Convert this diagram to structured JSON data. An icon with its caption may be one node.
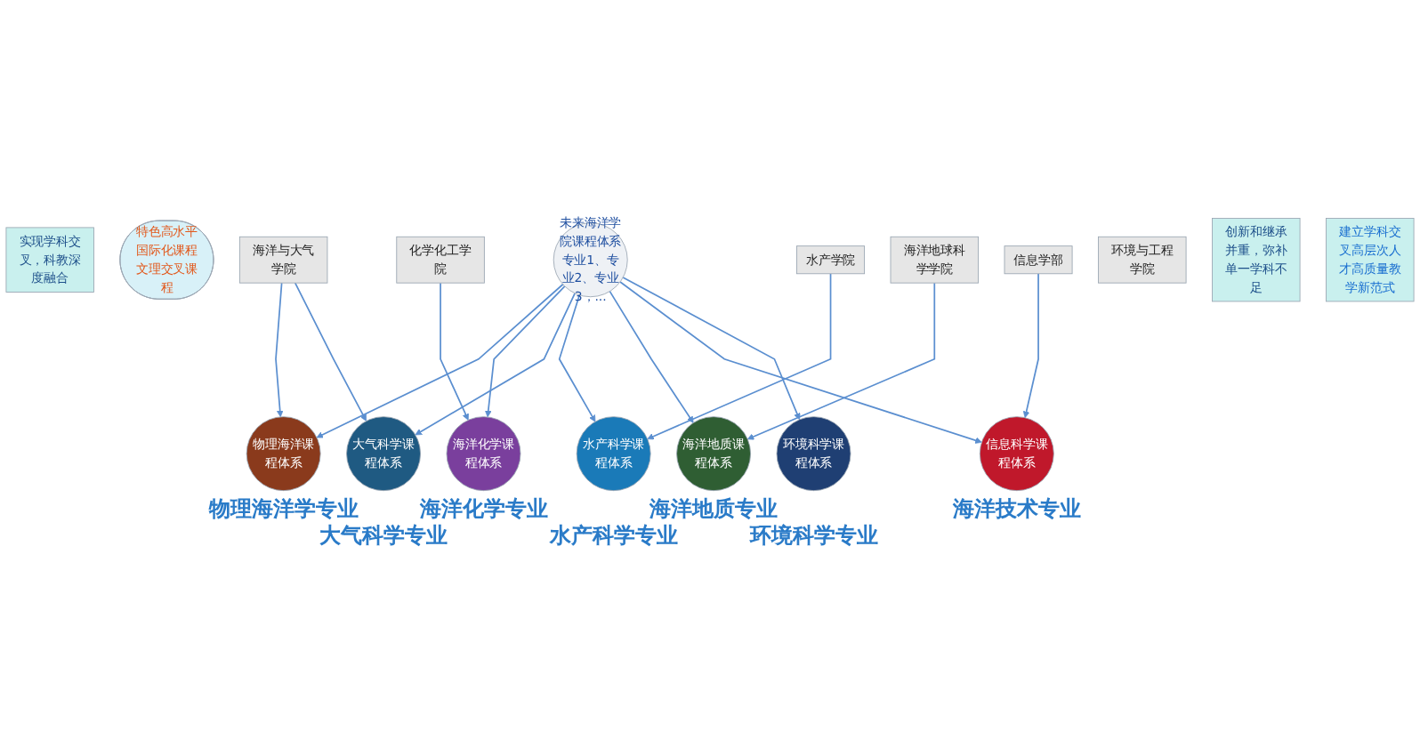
{
  "diagram": {
    "nodes": [
      {
        "text": [
          "实现学科交叉，科教深度融合"
        ]
      },
      {
        "text": [
          "特色高水平国际化课程",
          "文理交叉课程"
        ]
      },
      {
        "text": [
          "未来海洋学院课程体系",
          "专业1、专业2、专业3，..."
        ]
      },
      {
        "text": [
          "物理海洋课程体系"
        ],
        "beside": [
          "物理海洋学专业"
        ]
      },
      {
        "text": [
          "海洋化学课程体系"
        ],
        "beside": [
          "海洋化学专业"
        ]
      },
      {
        "text": [
          "化学化工学院"
        ]
      },
      {
        "text": [
          "海洋与大气学院"
        ]
      },
      {
        "text": [
          "大气科学课程体系"
        ],
        "beside": [
          "大气科学专业"
        ]
      },
      {
        "text": [
          "水产科学课程体系"
        ],
        "beside": [
          "水产科学专业"
        ]
      },
      {
        "text": [
          "水产学院"
        ]
      },
      {
        "text": [
          "海洋地球科学学院"
        ]
      },
      {
        "text": [
          "海洋地质课程体系"
        ],
        "beside": [
          "海洋地质专业"
        ]
      },
      {
        "text": [
          "信息科学课程体系"
        ],
        "beside": [
          "海洋技术专业"
        ]
      },
      {
        "text": [
          "信息学部"
        ]
      },
      {
        "text": [
          "环境科学课程体系"
        ],
        "beside": [
          "环境科学专业"
        ]
      },
      {
        "text": [
          "环境与工程学院"
        ]
      },
      {
        "text": [
          "创新和继承并重，弥补单一学科不足"
        ]
      },
      {
        "text": [
          "建立学科交叉高层次人才高质量教学新范式"
        ]
      }
    ],
    "edges": [
      {
        "from": 2,
        "to": 3,
        "arrow": "to"
      },
      {
        "from": 2,
        "to": 4,
        "arrow": "to"
      },
      {
        "from": 2,
        "to": 7,
        "arrow": "to"
      },
      {
        "from": 2,
        "to": 8,
        "arrow": "to"
      },
      {
        "from": 2,
        "to": 11,
        "arrow": "to"
      },
      {
        "from": 2,
        "to": 12,
        "arrow": "to"
      },
      {
        "from": 2,
        "to": 14,
        "arrow": "to"
      },
      {
        "from": 6,
        "to": 3,
        "arrow": "to"
      },
      {
        "from": 6,
        "to": 7,
        "arrow": "to"
      },
      {
        "from": 5,
        "to": 4,
        "arrow": "to"
      },
      {
        "from": 9,
        "to": 8,
        "arrow": "to"
      },
      {
        "from": 10,
        "to": 11,
        "arrow": "to"
      },
      {
        "from": 13,
        "to": 12,
        "arrow": "to"
      }
    ]
  }
}
